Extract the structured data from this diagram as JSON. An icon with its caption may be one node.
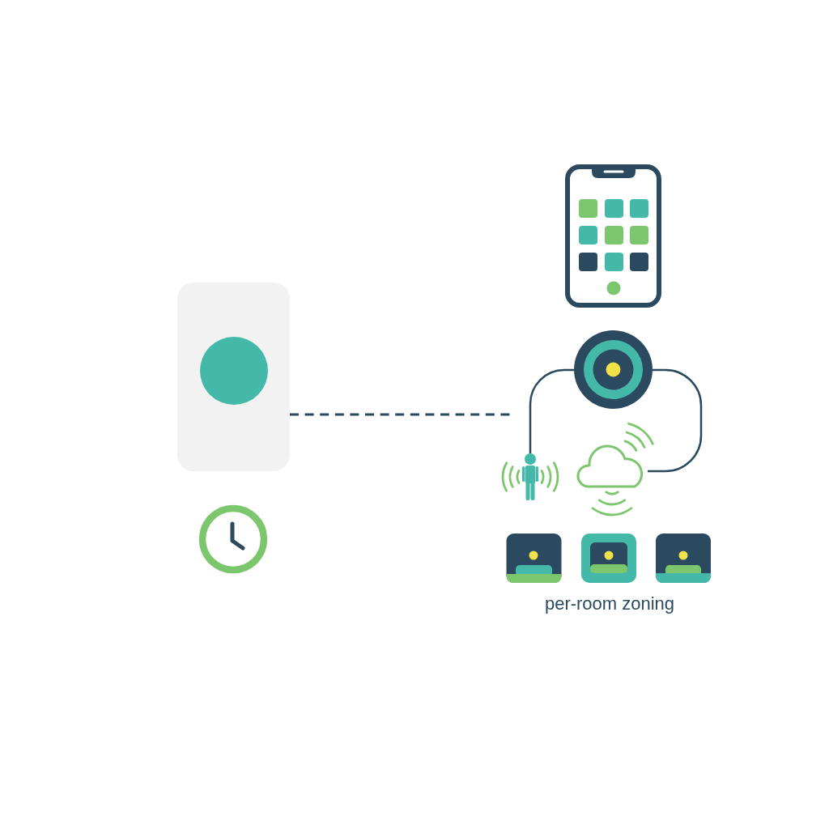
{
  "diagram": {
    "nodes": [
      {
        "text": [],
        "shape": "box"
      },
      {
        "text": [],
        "shape": "circle"
      },
      {
        "text": [],
        "shape": "person"
      },
      {
        "text": [],
        "shape": "cloud"
      }
    ],
    "edges": [
      {
        "from": 0,
        "to": null,
        "arrow": "none",
        "style": "dashed"
      },
      {
        "from": 1,
        "to": 2,
        "arrow": "none"
      },
      {
        "from": 1,
        "to": 3,
        "arrow": "none"
      }
    ],
    "labels": [
      "per-room zoning"
    ]
  }
}
